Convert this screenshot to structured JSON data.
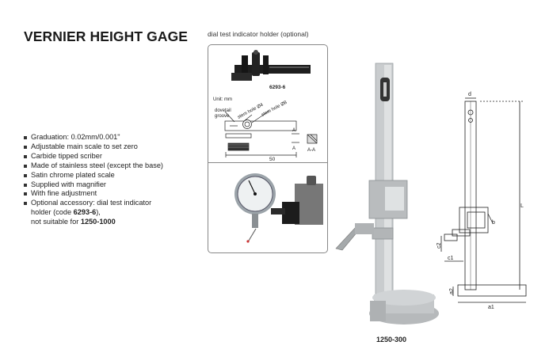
{
  "title": "VERNIER HEIGHT GAGE",
  "features": [
    "Graduation: 0.02mm/0.001\"",
    "Adjustable main scale to set zero",
    "Carbide tipped scriber",
    "Made of stainless steel (except the base)",
    "Satin chrome plated scale",
    "Supplied with magnifier",
    "With fine adjustment"
  ],
  "optional": {
    "line1": "Optional accessory: dial test indicator",
    "line2_pre": "holder (code ",
    "code": "6293-6",
    "line2_post": "),",
    "line3_pre": "not suitable for ",
    "range": "1250-1000"
  },
  "holder": {
    "title": "dial test indicator holder (optional)",
    "code": "6293-6",
    "unit": "Unit: mm",
    "dovetail": "dovetail",
    "groove": "groove",
    "stem1": "stem hole Ø4",
    "stem2": "stem hole Ø8",
    "section_a": "A",
    "section_aa": "A-A",
    "dim_50": "50"
  },
  "dims": {
    "d": "d",
    "L": "L",
    "b": "b",
    "c2": "c2",
    "c1": "c1",
    "a2": "a2",
    "a1": "a1"
  },
  "model_label": "1250-300"
}
